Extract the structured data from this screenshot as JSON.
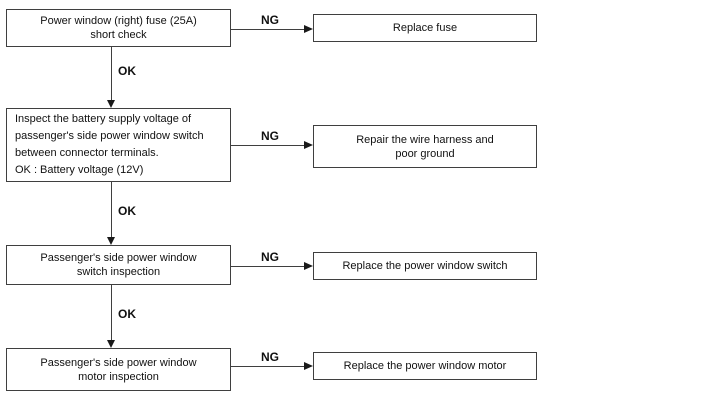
{
  "diagram": {
    "type": "flowchart",
    "nodes": {
      "fuse_check": {
        "line1": "Power window (right) fuse (25A)",
        "line2": "short check"
      },
      "replace_fuse": {
        "line1": "Replace fuse"
      },
      "voltage_inspect": {
        "line1": "Inspect the battery supply voltage of",
        "line2": "passenger's side power window switch",
        "line3": "between connector terminals.",
        "line4": "OK : Battery voltage (12V)"
      },
      "repair_harness": {
        "line1": "Repair the wire harness and",
        "line2": "poor ground"
      },
      "switch_inspect": {
        "line1": "Passenger's side power window",
        "line2": "switch inspection"
      },
      "replace_switch": {
        "line1": "Replace the power window switch"
      },
      "motor_inspect": {
        "line1": "Passenger's side power window",
        "line2": "motor inspection"
      },
      "replace_motor": {
        "line1": "Replace the power window motor"
      }
    },
    "edge_labels": {
      "ng": "NG",
      "ok": "OK"
    },
    "colors": {
      "background": "#ffffff",
      "box_border": "#3f3f3f",
      "text": "#111111",
      "connector": "#3f3f3f"
    }
  }
}
